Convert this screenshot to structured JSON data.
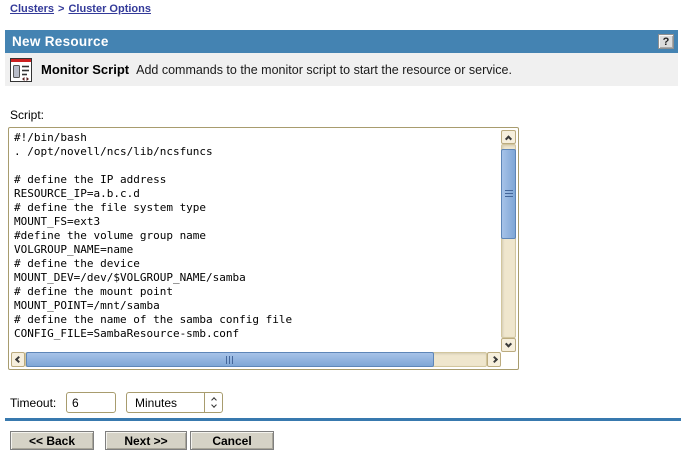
{
  "colors": {
    "titlebar_bg": "#4483b2",
    "band_bg": "#f0f0f0",
    "link_blue": "#333a99",
    "divider_blue": "#3879ae",
    "input_border": "#a89c6e",
    "button_bg": "#d5d2c6",
    "scroll_thumb": "#7fa7d6",
    "scroll_trough": "#efe6cd"
  },
  "breadcrumb": {
    "separator": ">",
    "items": [
      {
        "label": "Clusters"
      },
      {
        "label": "Cluster Options"
      }
    ]
  },
  "header": {
    "title": "New Resource",
    "help_label": "?"
  },
  "section": {
    "icon": "monitor-script-icon",
    "title": "Monitor Script",
    "description": "Add commands to the monitor script to start the resource or service."
  },
  "script": {
    "label": "Script:",
    "content": "#!/bin/bash\n. /opt/novell/ncs/lib/ncsfuncs\n\n# define the IP address\nRESOURCE_IP=a.b.c.d\n# define the file system type\nMOUNT_FS=ext3\n#define the volume group name\nVOLGROUP_NAME=name\n# define the device\nMOUNT_DEV=/dev/$VOLGROUP_NAME/samba\n# define the mount point\nMOUNT_POINT=/mnt/samba\n# define the name of the samba config file\nCONFIG_FILE=SambaResource-smb.conf"
  },
  "timeout": {
    "label": "Timeout:",
    "value": "6",
    "unit": "Minutes"
  },
  "buttons": {
    "back": "<< Back",
    "next": "Next >>",
    "cancel": "Cancel"
  }
}
